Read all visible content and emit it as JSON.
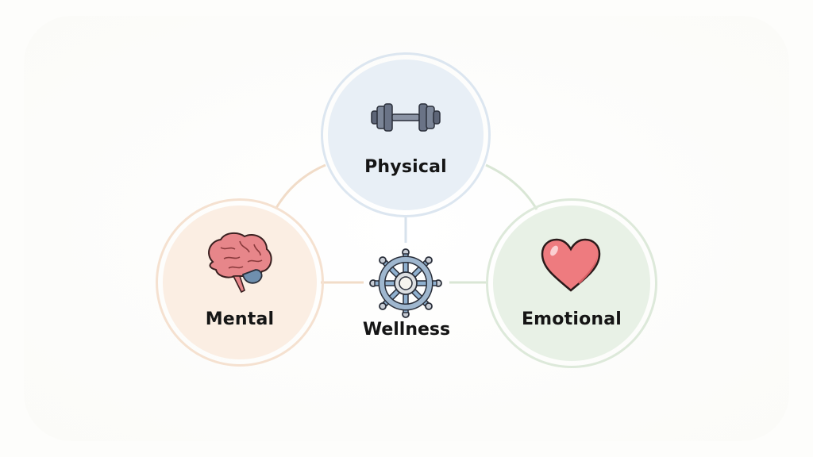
{
  "diagram": {
    "center": {
      "label": "Wellness",
      "icon": "ship-wheel-icon",
      "color": "#9fb7cf"
    },
    "nodes": [
      {
        "id": "physical",
        "label": "Physical",
        "icon": "dumbbell-icon",
        "fill": "#e8eff6",
        "ring": "#dce6f0",
        "link_color": "#d7e2ec"
      },
      {
        "id": "mental",
        "label": "Mental",
        "icon": "brain-icon",
        "fill": "#fbeee3",
        "ring": "#f5e1d0",
        "link_color": "#f1dcc8"
      },
      {
        "id": "emotional",
        "label": "Emotional",
        "icon": "heart-icon",
        "fill": "#e8f1e6",
        "ring": "#dde9da",
        "link_color": "#d9e6d5"
      }
    ],
    "edges": [
      {
        "from": "physical",
        "to": "mental"
      },
      {
        "from": "physical",
        "to": "emotional"
      },
      {
        "from": "physical",
        "to": "wellness"
      },
      {
        "from": "mental",
        "to": "wellness"
      },
      {
        "from": "emotional",
        "to": "wellness"
      }
    ]
  }
}
